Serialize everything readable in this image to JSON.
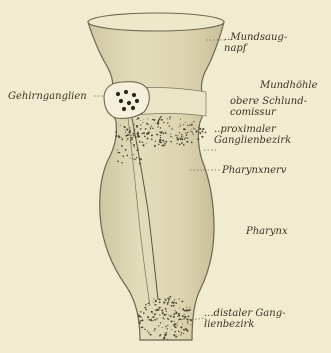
{
  "figure": {
    "labels": {
      "mundsaugnapf": "..Mundsaug-\nnapf",
      "gehirnganglien": "Gehirnganglien",
      "mundhoehle": "Mundhöhle",
      "obere_schlundcomissur": "obere Schlund-\ncomissur",
      "proximaler_ganglienbezirk": "..proximaler\nGanglienbezirk",
      "pharynxnerv": "Pharynxnerv",
      "pharynx": "Pharynx",
      "distaler_ganglienbezirk": "...distaler Gang-\nlienbezirk"
    },
    "colors": {
      "background": "#f1ecd0",
      "body_fill": "#ddd6b4",
      "outline": "#6e6650",
      "stipple": "#4d4636",
      "text": "#3a3325"
    }
  }
}
